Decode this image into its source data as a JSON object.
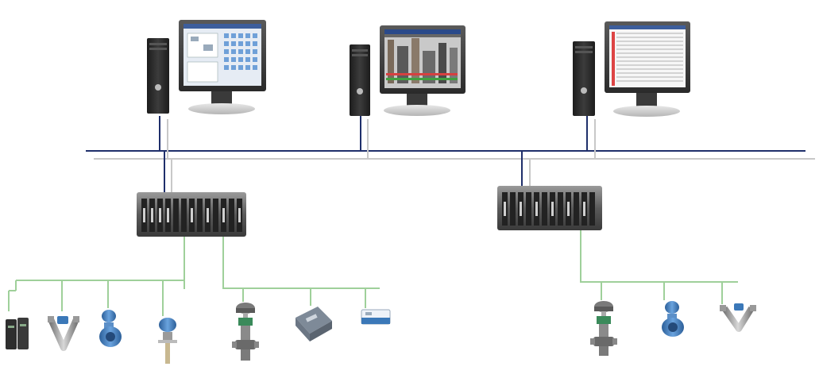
{
  "colors": {
    "control_network": "#1f2f6b",
    "redundant_network": "#c8c8c8",
    "fieldbus": "#9fd09a",
    "tower": "#2a2a2a",
    "monitor_frame": "#3a3a3a",
    "controller": "#4a4a4a",
    "device_blue": "#3b78b8",
    "device_grey": "#8a8a8a"
  },
  "workstations": [
    {
      "icon": "workstation-engineering-icon",
      "screen": "engineering-config-screen"
    },
    {
      "icon": "workstation-operator-icon",
      "screen": "process-graphic-screen"
    },
    {
      "icon": "workstation-alarm-icon",
      "screen": "alarm-list-screen"
    }
  ],
  "controllers": [
    {
      "icon": "controller-rack-icon"
    },
    {
      "icon": "controller-rack-icon"
    }
  ],
  "field_devices": [
    {
      "icon": "io-module-icon"
    },
    {
      "icon": "coriolis-flowmeter-icon"
    },
    {
      "icon": "magnetic-flowmeter-icon"
    },
    {
      "icon": "pressure-transmitter-icon"
    },
    {
      "icon": "control-valve-icon"
    },
    {
      "icon": "junction-box-icon"
    },
    {
      "icon": "fieldbus-terminator-icon"
    },
    {
      "icon": "control-valve-icon"
    },
    {
      "icon": "magnetic-flowmeter-icon"
    },
    {
      "icon": "coriolis-flowmeter-icon"
    }
  ]
}
